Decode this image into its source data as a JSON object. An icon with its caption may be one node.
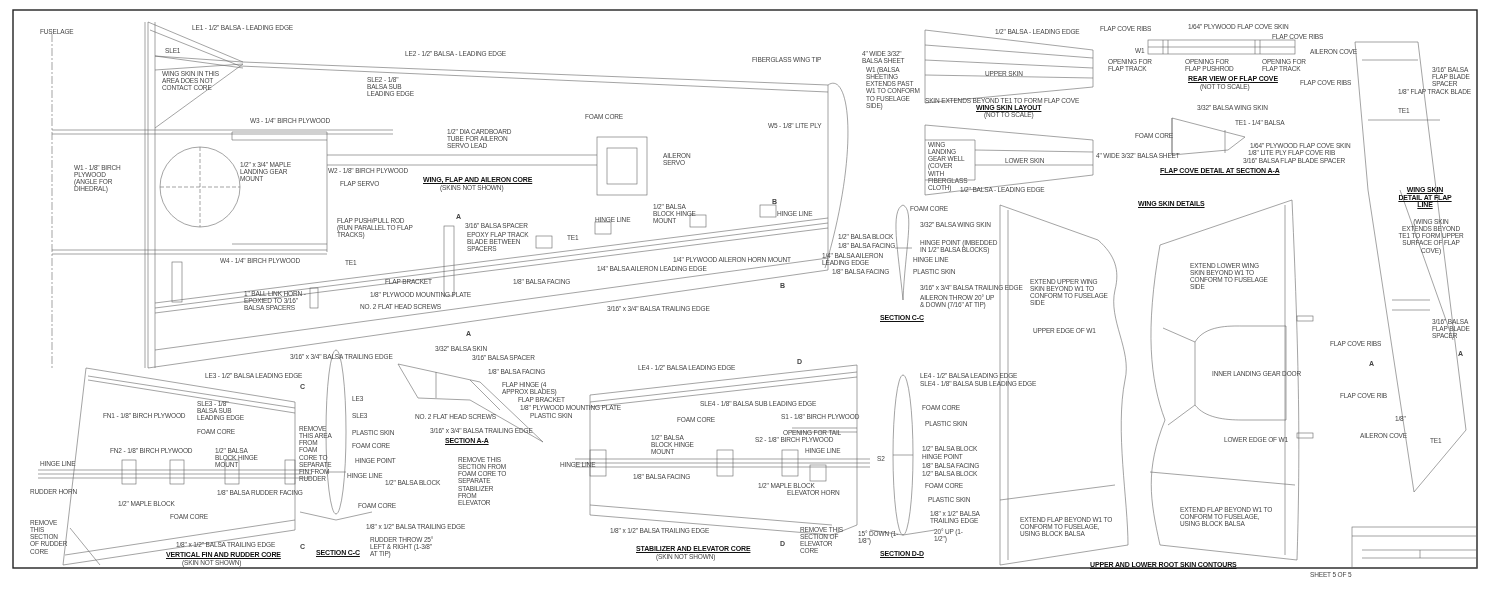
{
  "diagram": {
    "labels": [
      "FUSELAGE",
      "LE1 - 1/2\" BALSA - LEADING EDGE",
      "SLE1",
      "LE2 - 1/2\" BALSA - LEADING EDGE",
      "SLE2 - 1/8\" BALSA SUB LEADING EDGE",
      "WING SKIN IN THIS AREA DOES NOT CONTACT CORE",
      "W3 - 1/4\" BIRCH PLYWOOD",
      "W1 - 1/8\" BIRCH PLYWOOD (ANGLE FOR DIHEDRAL)",
      "1/2\" x 3/4\" MAPLE LANDING GEAR MOUNT",
      "W2 - 1/8\" BIRCH PLYWOOD",
      "FLAP SERVO",
      "FLAP PUSH/PULL ROD (RUN PARALLEL TO FLAP TRACKS)",
      "W4 - 1/4\" BIRCH PLYWOOD",
      "TE1",
      "1/2\" DIA CARDBOARD TUBE FOR AILERON SERVO LEAD",
      "WING, FLAP AND AILERON CORE",
      "(SKINS NOT SHOWN)",
      "FOAM CORE",
      "AILERON SERVO",
      "FIBERGLASS WING TIP",
      "W5 - 1/8\" LITE PLY",
      "A",
      "3/16\" BALSA SPACER",
      "EPOXY FLAP TRACK BLADE BETWEEN SPACERS",
      "HINGE LINE",
      "1/2\" BALSA BLOCK HINGE MOUNT",
      "B",
      "HINGE LINE",
      "TE1",
      "1/4\" PLYWOOD AILERON HORN MOUNT",
      "1/4\" BALSA AILERON LEADING EDGE",
      "1/8\" BALSA FACING",
      "FLAP BRACKET",
      "B",
      "1\" BALL LINK HORN - EPOXIED TO 3/16\" BALSA SPACERS",
      "1/8\" PLYWOOD MOUNTING PLATE",
      "NO. 2 FLAT HEAD SCREWS",
      "3/16\" x 3/4\" BALSA TRAILING EDGE",
      "A",
      "3/16\" x 3/4\" BALSA TRAILING EDGE",
      "1/2\" BALSA - LEADING EDGE",
      "4\" WIDE 3/32\" BALSA SHEET",
      "W1 (BALSA SHEETING EXTENDS PAST W1 TO CONFORM TO FUSELAGE SIDE)",
      "UPPER SKIN",
      "SKIN EXTENDS BEYOND TE1 TO FORM FLAP COVE",
      "WING SKIN LAYOUT",
      "(NOT TO SCALE)",
      "WING LANDING GEAR WELL (COVER WITH FIBERGLASS CLOTH)",
      "LOWER SKIN",
      "4\" WIDE 3/32\" BALSA SHEET",
      "1/2\" BALSA - LEADING EDGE",
      "FLAP COVE RIBS",
      "1/64\" PLYWOOD FLAP COVE SKIN",
      "FLAP COVE RIBS",
      "W1",
      "AILERON COVE",
      "OPENING FOR FLAP TRACK",
      "OPENING FOR FLAP PUSHROD",
      "OPENING FOR FLAP TRACK",
      "REAR VIEW OF FLAP COVE",
      "(NOT TO SCALE)",
      "3/32\" BALSA WING SKIN",
      "TE1 - 1/4\" BALSA",
      "FOAM CORE",
      "1/64\" PLYWOOD FLAP COVE SKIN",
      "1/8\" LITE PLY FLAP COVE RIB",
      "3/16\" BALSA FLAP BLADE SPACER",
      "FLAP COVE DETAIL AT SECTION A-A",
      "WING SKIN DETAILS",
      "FLAP COVE RIBS",
      "3/16\" BALSA FLAP BLADE SPACER",
      "1/8\" FLAP TRACK BLADE",
      "TE1",
      "WING SKIN DETAIL AT FLAP LINE",
      "(WING SKIN EXTENDS BEYOND TE1 TO FORM UPPER SURFACE OF FLAP COVE)",
      "FOAM CORE",
      "3/32\" BALSA WING SKIN",
      "1/2\" BALSA BLOCK",
      "HINGE POINT (IMBEDDED IN 1/2\" BALSA BLOCKS)",
      "1/8\" BALSA FACING",
      "HINGE LINE",
      "1/4\" BALSA AILERON LEADING EDGE",
      "PLASTIC SKIN",
      "1/8\" BALSA FACING",
      "3/16\" x 3/4\" BALSA TRAILING EDGE",
      "AILERON THROW 20° UP & DOWN (7/16\" AT TIP)",
      "SECTION C-C",
      "EXTEND UPPER WING SKIN BEYOND W1 TO CONFORM TO FUSELAGE SIDE",
      "EXTEND LOWER WING SKIN BEYOND W1 TO CONFORM TO FUSELAGE SIDE",
      "UPPER EDGE OF W1",
      "INNER LANDING GEAR DOOR",
      "LOWER EDGE OF W1",
      "EXTEND FLAP BEYOND W1 TO CONFORM TO FUSELAGE, USING BLOCK BALSA",
      "EXTEND FLAP BEYOND W1 TO CONFORM TO FUSELAGE, USING BLOCK BALSA",
      "UPPER AND LOWER ROOT SKIN CONTOURS",
      "3/16\" BALSA FLAP BLADE SPACER",
      "FLAP COVE RIBS",
      "A",
      "A",
      "FLAP COVE RIB",
      "1/8\"",
      "AILERON COVE",
      "TE1",
      "SHEET 5 OF 5",
      "LE3 - 1/2\" BALSA LEADING EDGE",
      "C",
      "SLE3 - 1/8\" BALSA SUB LEADING EDGE",
      "FN1 - 1/8\" BIRCH PLYWOOD",
      "FOAM CORE",
      "REMOVE THIS AREA FROM FOAM CORE TO SEPARATE FIN FROM RUDDER",
      "FN2 - 1/8\" BIRCH PLYWOOD",
      "1/2\" BALSA BLOCK HINGE MOUNT",
      "HINGE LINE",
      "RUDDER HORN",
      "1/8\" BALSA RUDDER FACING",
      "1/2\" MAPLE BLOCK",
      "FOAM CORE",
      "REMOVE THIS SECTION OF RUDDER CORE",
      "C",
      "1/8\" x 1/2\" BALSA TRAILING EDGE",
      "VERTICAL FIN AND RUDDER CORE",
      "(SKIN NOT SHOWN)",
      "LE3",
      "SLE3",
      "PLASTIC SKIN",
      "FOAM CORE",
      "HINGE POINT",
      "HINGE LINE",
      "1/2\" BALSA BLOCK",
      "FOAM CORE",
      "1/8\" x 1/2\" BALSA TRAILING EDGE",
      "RUDDER THROW 25° LEFT & RIGHT (1-3/8\" AT TIP)",
      "SECTION C-C",
      "3/32\" BALSA SKIN",
      "3/16\" BALSA SPACER",
      "1/8\" BALSA FACING",
      "FLAP HINGE (4 APPROX BLADES)",
      "FLAP BRACKET",
      "1/8\" PLYWOOD MOUNTING PLATE",
      "PLASTIC SKIN",
      "NO. 2 FLAT HEAD SCREWS",
      "3/16\" x 3/4\" BALSA TRAILING EDGE",
      "SECTION A-A",
      "LE4 - 1/2\" BALSA LEADING EDGE",
      "D",
      "SLE4 - 1/8\" BALSA SUB LEADING EDGE",
      "FOAM CORE",
      "S1 - 1/8\" BIRCH PLYWOOD",
      "OPENING FOR TAIL",
      "1/2\" BALSA BLOCK HINGE MOUNT",
      "S2 - 1/8\" BIRCH PLYWOOD",
      "HINGE LINE",
      "REMOVE THIS SECTION FROM FOAM CORE TO SEPARATE STABILIZER FROM ELEVATOR",
      "HINGE LINE",
      "1/8\" BALSA FACING",
      "1/2\" MAPLE BLOCK",
      "ELEVATOR HORN",
      "1/8\" x 1/2\" BALSA TRAILING EDGE",
      "REMOVE THIS SECTION OF ELEVATOR CORE",
      "D",
      "STABILIZER AND ELEVATOR CORE",
      "(SKIN NOT SHOWN)",
      "LE4 - 1/2\" BALSA LEADING EDGE",
      "SLE4 - 1/8\" BALSA SUB LEADING EDGE",
      "FOAM CORE",
      "PLASTIC SKIN",
      "1/2\" BALSA BLOCK",
      "S2",
      "HINGE POINT",
      "1/8\" BALSA FACING",
      "1/2\" BALSA BLOCK",
      "FOAM CORE",
      "PLASTIC SKIN",
      "1/8\" x 1/2\" BALSA TRAILING EDGE",
      "15° DOWN (1-1/8\")",
      "20° UP (1-1/2\")",
      "SECTION D-D"
    ]
  }
}
